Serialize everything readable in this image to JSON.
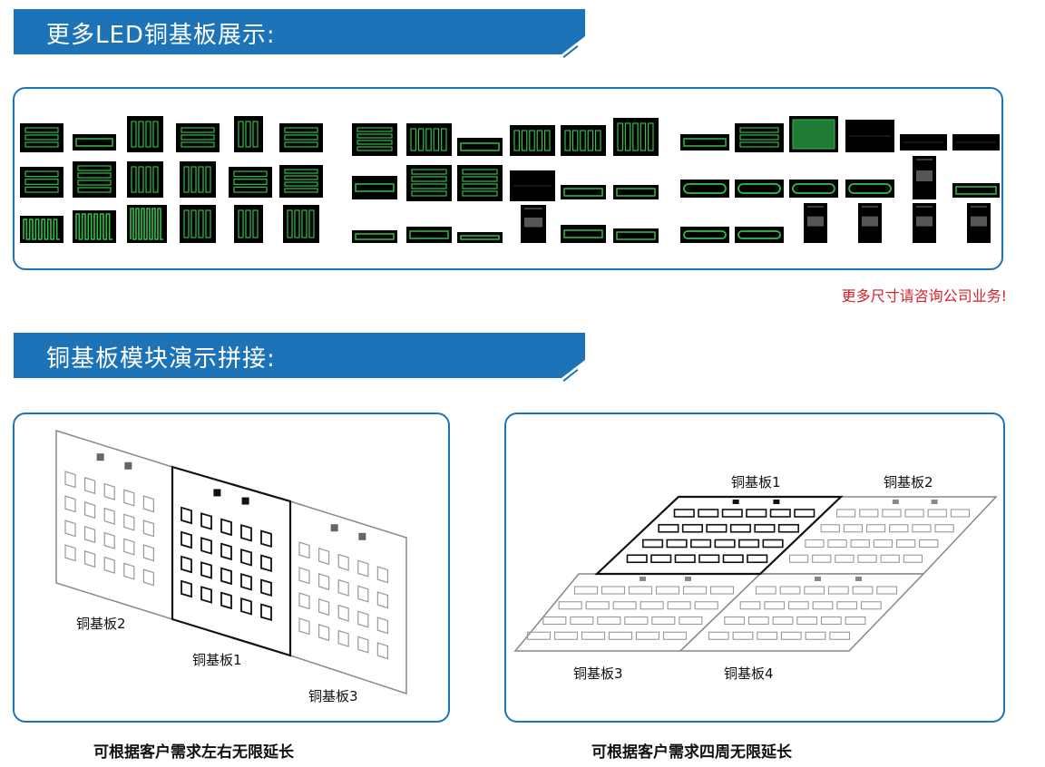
{
  "section1": {
    "title": "更多LED铜基板展示:"
  },
  "note": "更多尺寸请咨询公司业务!",
  "section2": {
    "title": "铜基板模块演示拼接:"
  },
  "demo_left": {
    "labels": {
      "board2": "铜基板2",
      "board1": "铜基板1",
      "board3": "铜基板3"
    },
    "caption": "可根据客户需求左右无限延长"
  },
  "demo_right": {
    "labels": {
      "board1": "铜基板1",
      "board2": "铜基板2",
      "board3": "铜基板3",
      "board4": "铜基板4"
    },
    "caption": "可根据客户需求四周无限延长"
  },
  "colors": {
    "accent": "#1d73b7",
    "note": "#d2232a",
    "board_bg": "#000000",
    "trace": "#2fbf4a"
  }
}
